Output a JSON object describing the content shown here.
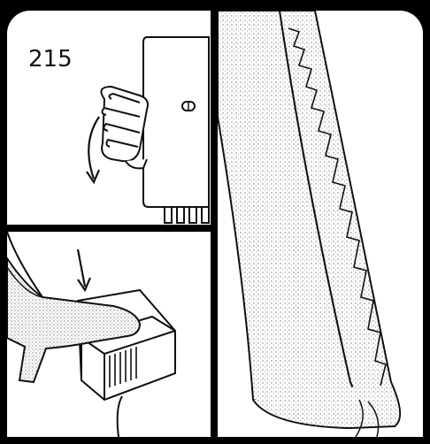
{
  "figure": {
    "number": "215"
  },
  "panels": [
    {
      "id": "stitch-width-control",
      "icon": "hand-turning-dial-icon"
    },
    {
      "id": "foot-control",
      "icon": "foot-pressing-pedal-icon"
    },
    {
      "id": "blind-hem-result",
      "icon": "folded-fabric-icon"
    }
  ],
  "colors": {
    "ink": "#111111",
    "paper": "#ffffff",
    "frame": "#000000",
    "stipple": "#7a7a7a"
  }
}
